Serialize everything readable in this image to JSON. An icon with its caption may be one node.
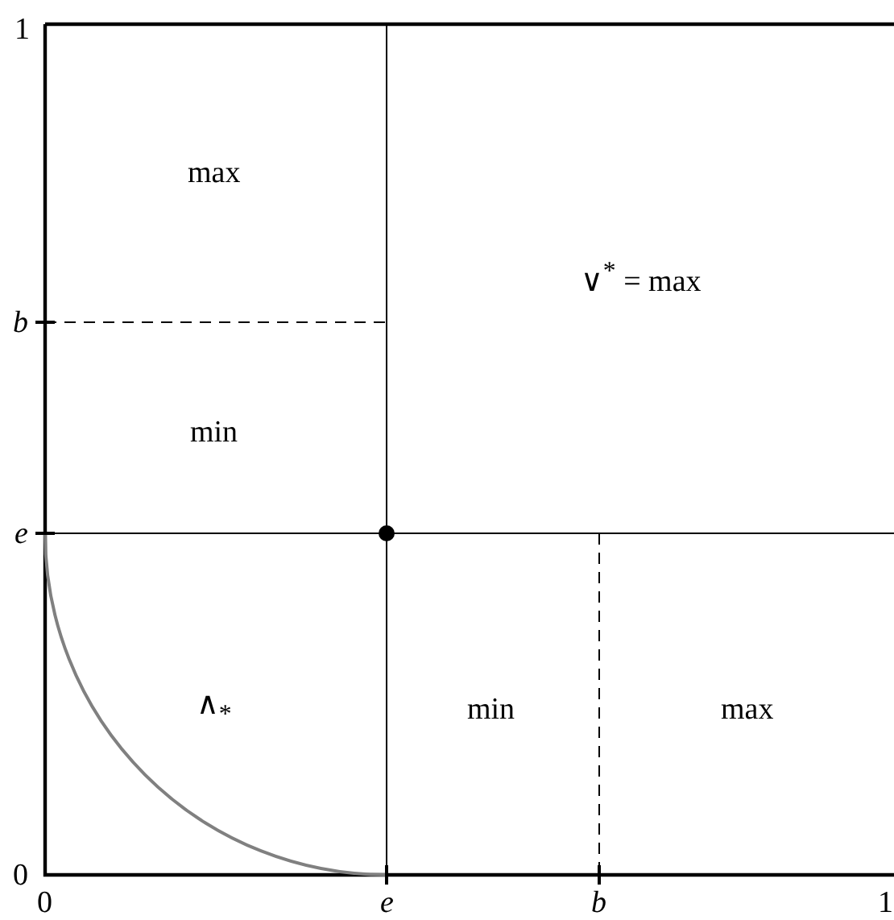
{
  "diagram": {
    "labels": [
      "1",
      "max",
      "∨$^{*}$ = max",
      "b",
      "min",
      "e",
      "∧$_{*}$",
      "min",
      "max",
      "0",
      "0",
      "e",
      "b",
      "1"
    ]
  }
}
